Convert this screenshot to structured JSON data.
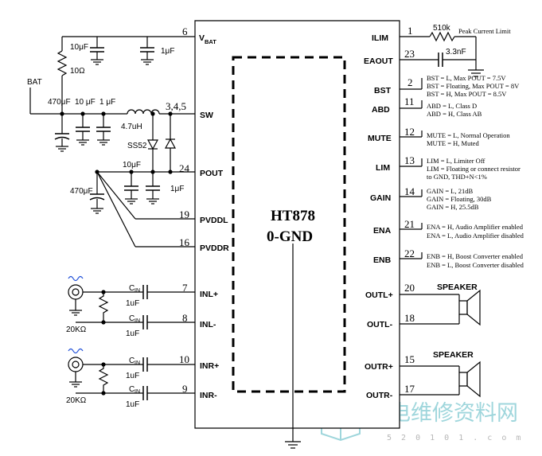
{
  "chip": {
    "name": "HT878",
    "gnd_label": "0-GND"
  },
  "left_pins": [
    {
      "num": "6",
      "label": "V",
      "sub": "BAT"
    },
    {
      "num": "3,4,5",
      "label": "SW"
    },
    {
      "num": "24",
      "label": "POUT"
    },
    {
      "num": "19",
      "label": "PVDDL"
    },
    {
      "num": "16",
      "label": "PVDDR"
    },
    {
      "num": "7",
      "label": "INL+"
    },
    {
      "num": "8",
      "label": "INL-"
    },
    {
      "num": "10",
      "label": "INR+"
    },
    {
      "num": "9",
      "label": "INR-"
    }
  ],
  "right_pins": [
    {
      "num": "1",
      "label": "ILIM"
    },
    {
      "num": "23",
      "label": "EAOUT"
    },
    {
      "num": "2",
      "label": "BST"
    },
    {
      "num": "11",
      "label": "ABD"
    },
    {
      "num": "12",
      "label": "MUTE"
    },
    {
      "num": "13",
      "label": "LIM"
    },
    {
      "num": "14",
      "label": "GAIN"
    },
    {
      "num": "21",
      "label": "ENA"
    },
    {
      "num": "22",
      "label": "ENB"
    },
    {
      "num": "20",
      "label": "OUTL+"
    },
    {
      "num": "18",
      "label": "OUTL-"
    },
    {
      "num": "15",
      "label": "OUTR+"
    },
    {
      "num": "17",
      "label": "OUTR-"
    }
  ],
  "notes": {
    "ilim": {
      "resistor": "510k",
      "text": "Peak Current Limit"
    },
    "eaout": {
      "cap": "3.3nF"
    },
    "bst": [
      "BST = L, Max POUT = 7.5V",
      "BST = Floating, Max POUT = 8V",
      "BST = H, Max POUT = 8.5V"
    ],
    "abd": [
      "ABD  = L, Class D",
      "ABD = H, Class AB"
    ],
    "mute": [
      "MUTE = L, Normal Operation",
      "MUTE = H,  Muted"
    ],
    "lim": [
      "LIM = L, Limiter Off",
      "LIM = Floating or connect resistor",
      "to GND, THD+N<1%"
    ],
    "gain": [
      "GAIN = L, 21dB",
      "GAIN = Floating, 30dB",
      "GAIN = H, 25.5dB"
    ],
    "ena": [
      "ENA = H, Audio Amplifier enabled",
      "ENA = L, Audio Amplifier disabled"
    ],
    "enb": [
      "ENB = H, Boost Converter enabled",
      "ENB = L, Boost Converter disabled"
    ]
  },
  "components": {
    "bat_label": "BAT",
    "c_vbat_a": "10μF",
    "c_vbat_b": "1μF",
    "r_bat": "10Ω",
    "c_bat_bulk": "470μF",
    "c_sw_a": "10 μF",
    "c_sw_b": "1 μF",
    "inductor": "4.7uH",
    "diode": "SS52",
    "c_pout_a": "10μF",
    "c_pout_b": "1μF",
    "c_pout_bulk": "470μF",
    "c_in_label": "C",
    "c_in_sub": "IN",
    "c_in_value": "1uF",
    "r_in": "20KΩ"
  },
  "speakers": [
    "SPEAKER",
    "SPEAKER"
  ],
  "watermark": {
    "cn": "家电维修资料网",
    "url": "5 2 0 1 0 1 . c o m"
  }
}
